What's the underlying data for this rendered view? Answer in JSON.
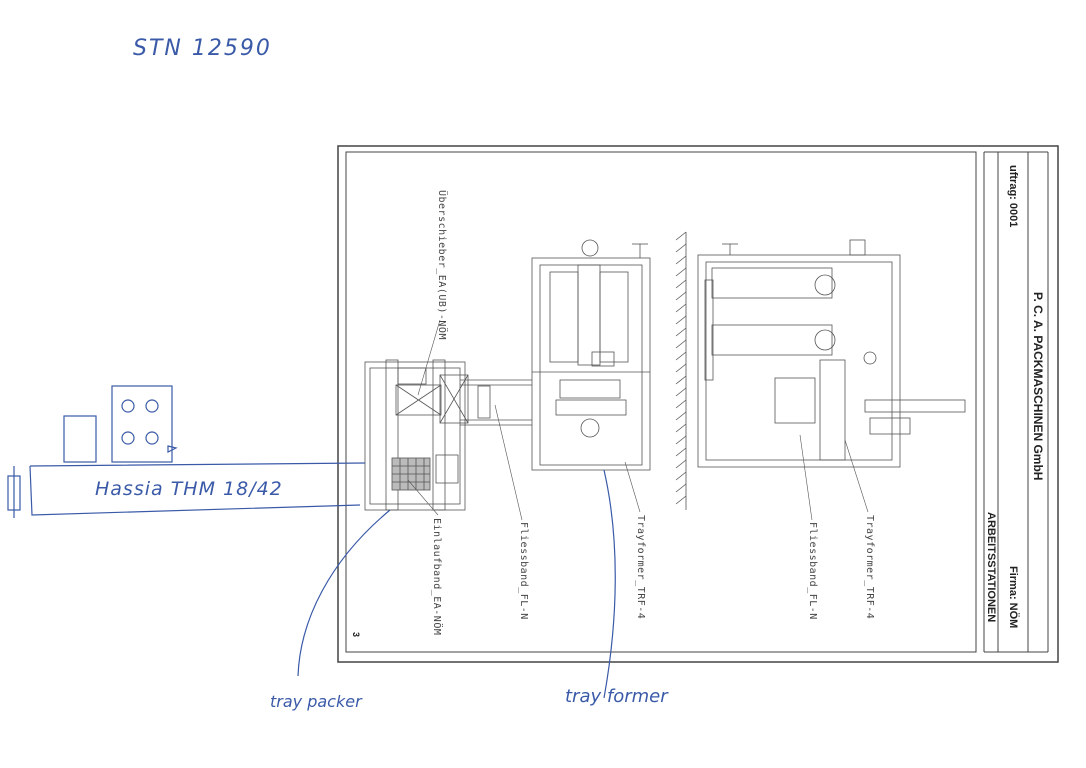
{
  "annotations": {
    "station_number": "STN 12590",
    "machine_label": "Hassia THM 18/42",
    "tray_packer": "tray packer",
    "tray_former": "tray former"
  },
  "drawing": {
    "labels": {
      "ueberschieber": "Überschieber_EA(UB)-NÖM",
      "einlaufband": "Einlaufband_EA-NÖM",
      "fliessband_1": "Fliessband_FL-N",
      "trayformer_1": "Trayformer_TRF-4",
      "fliessband_2": "Fliessband_FL-N",
      "trayformer_2": "Trayformer_TRF-4"
    },
    "page_number": "3"
  },
  "title_block": {
    "company": "P. C. A. PACKMASCHINEN GmbH",
    "auftrag": "uftrag: 0001",
    "firma": "Firma: NÖM",
    "title": "ARBEITSSTATIONEN"
  },
  "colors": {
    "ink": "#3a5aa8",
    "line": "#555555"
  }
}
